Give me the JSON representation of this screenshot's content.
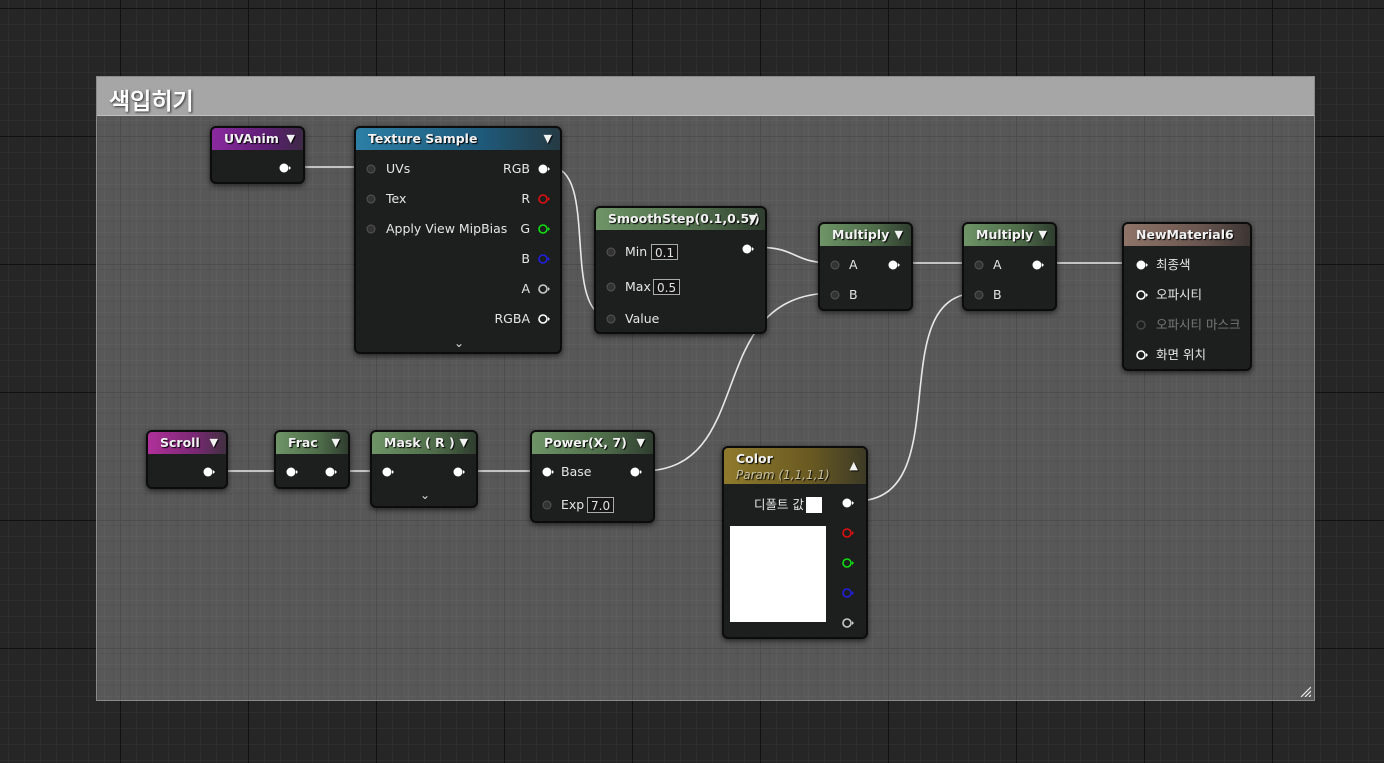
{
  "comment": {
    "title": "색입히기"
  },
  "nodes": {
    "uvanim": {
      "title": "UVAnim"
    },
    "texture_sample": {
      "title": "Texture Sample",
      "inputs": [
        "UVs",
        "Tex",
        "Apply View MipBias"
      ],
      "outputs": [
        "RGB",
        "R",
        "G",
        "B",
        "A",
        "RGBA"
      ]
    },
    "smoothstep": {
      "title": "SmoothStep(0.1,0.5,)",
      "inputs": {
        "min_label": "Min",
        "min_value": "0.1",
        "max_label": "Max",
        "max_value": "0.5",
        "value_label": "Value"
      }
    },
    "multiply1": {
      "title": "Multiply",
      "a": "A",
      "b": "B"
    },
    "multiply2": {
      "title": "Multiply",
      "a": "A",
      "b": "B"
    },
    "material": {
      "title": "NewMaterial6",
      "inputs": [
        "최종색",
        "오파시티",
        "오파시티 마스크",
        "화면 위치"
      ]
    },
    "scroll": {
      "title": "Scroll"
    },
    "frac": {
      "title": "Frac"
    },
    "mask": {
      "title": "Mask ( R )"
    },
    "power": {
      "title": "Power(X, 7)",
      "base_label": "Base",
      "exp_label": "Exp",
      "exp_value": "7.0"
    },
    "color": {
      "title": "Color",
      "subtitle": "Param (1,1,1,1)",
      "default_label": "디폴트 값"
    }
  },
  "colors": {
    "pin_red": "#e01010",
    "pin_green": "#10e010",
    "pin_blue": "#2020e0",
    "pin_white": "#ffffff"
  },
  "icons": [
    "chevron-down-icon",
    "chevron-up-icon",
    "resize-grip-icon",
    "pin-icon"
  ]
}
